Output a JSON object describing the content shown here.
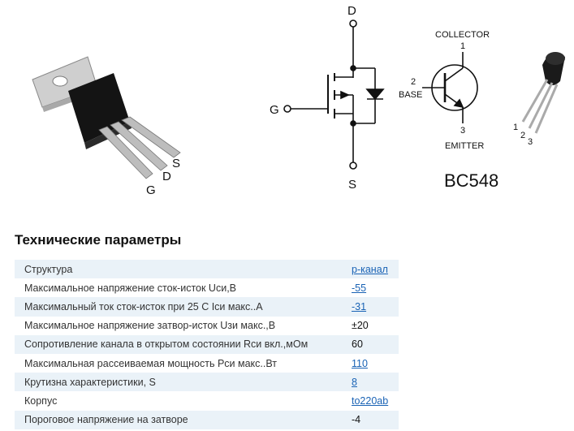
{
  "diagram": {
    "package_labels": {
      "s": "S",
      "d": "D",
      "g": "G"
    },
    "mosfet_labels": {
      "drain": "D",
      "gate": "G",
      "source": "S"
    },
    "bjt": {
      "collector_num": "1",
      "collector_label": "COLLECTOR",
      "base_num": "2",
      "base_label": "BASE",
      "emitter_num": "3",
      "emitter_label": "EMITTER",
      "part": "BC548"
    },
    "to92_pins": {
      "p1": "1",
      "p2": "2",
      "p3": "3"
    }
  },
  "section": {
    "title": "Технические параметры"
  },
  "params": [
    {
      "name": "Структура",
      "value": "р-канал",
      "link": true
    },
    {
      "name": "Максимальное напряжение сток-исток Uси,В",
      "value": "-55",
      "link": true
    },
    {
      "name": "Максимальный ток сток-исток при 25 С Iси макс..А",
      "value": "-31",
      "link": true
    },
    {
      "name": "Максимальное напряжение затвор-исток Uзи макс.,В",
      "value": "±20",
      "link": false
    },
    {
      "name": "Сопротивление канала в открытом состоянии Rси вкл.,мОм",
      "value": "60",
      "link": false
    },
    {
      "name": "Максимальная рассеиваемая мощность Рси макс..Вт",
      "value": "110",
      "link": true
    },
    {
      "name": "Крутизна характеристики, S",
      "value": "8",
      "link": true
    },
    {
      "name": "Корпус",
      "value": "to220ab",
      "link": true
    },
    {
      "name": "Пороговое напряжение на затворе",
      "value": "-4",
      "link": false
    }
  ]
}
